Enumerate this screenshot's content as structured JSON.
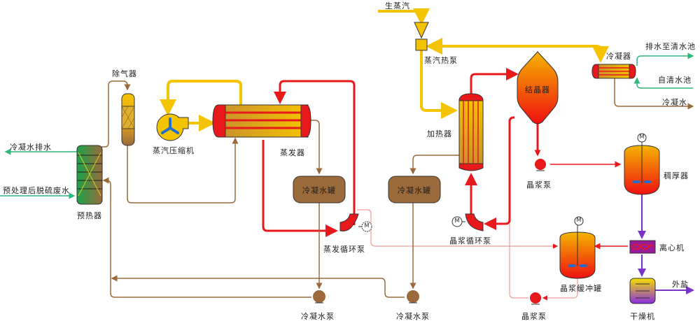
{
  "diagram": {
    "title": "MVR蒸发结晶工艺流程",
    "colors": {
      "steam": "#f5c400",
      "liquor": "#e8191b",
      "condensate": "#9a6a3a",
      "water": "#2fb67a",
      "product": "#7a33c8"
    },
    "labels": {
      "live_steam": "生蒸汽",
      "steam_heat_pump": "蒸汽热泵",
      "deaerator": "除气器",
      "preheater": "预热器",
      "condensate_drain": "冷凝水排水",
      "pretreated_wastewater": "预处理后脱硫废水",
      "vapor_compressor": "蒸汽压缩机",
      "evaporator": "蒸发器",
      "condensate_tank_1": "冷凝水罐",
      "condensate_tank_2": "冷凝水罐",
      "evap_circ_pump": "蒸发循环泵",
      "condensate_pump_1": "冷凝水泵",
      "condensate_pump_2": "冷凝水泵",
      "heater": "加热器",
      "crystallizer": "结晶器",
      "condenser": "冷凝器",
      "to_clear_pool": "排水至清水池",
      "from_clear_pool": "自清水池",
      "condensate_water": "冷凝水",
      "slurry_pump_1": "晶浆泵",
      "thickener": "稠厚器",
      "centrifuge": "离心机",
      "crystal_circ_pump": "晶浆循环泵",
      "slurry_buffer_tank": "晶浆缓冲罐",
      "slurry_pump_2": "晶浆泵",
      "dryer": "干燥机",
      "salt_out": "外盐",
      "motor": "M"
    }
  }
}
